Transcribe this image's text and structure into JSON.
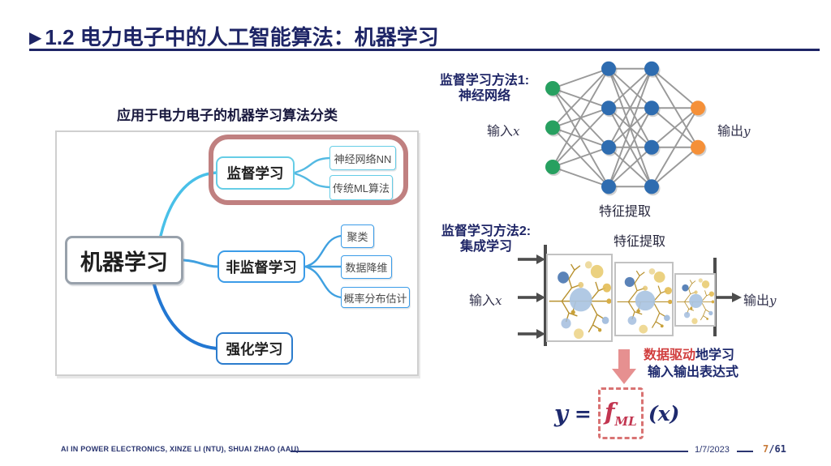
{
  "slide": {
    "title_bullet": "▶",
    "title": "1.2 电力电子中的人工智能算法：机器学习"
  },
  "taxonomy": {
    "caption": "应用于电力电子的机器学习算法分类",
    "root": "机器学习",
    "branches": [
      {
        "label": "监督学习",
        "highlighted": true,
        "children": [
          "神经网络NN",
          "传统ML算法"
        ]
      },
      {
        "label": "非监督学习",
        "highlighted": false,
        "children": [
          "聚类",
          "数据降维",
          "概率分布估计"
        ]
      },
      {
        "label": "强化学习",
        "highlighted": false,
        "children": []
      }
    ]
  },
  "method1": {
    "title_line1": "监督学习方法1:",
    "title_line2": "神经网络",
    "input_label": "输入",
    "input_var": "x",
    "output_label": "输出",
    "output_var": "y",
    "caption": "特征提取",
    "nn": {
      "layers": [
        3,
        4,
        4,
        2
      ],
      "colors": [
        "#27a060",
        "#2e6cb0",
        "#2e6cb0",
        "#f59038"
      ],
      "line_color": "#999999"
    }
  },
  "method2": {
    "title_line1": "监督学习方法2:",
    "title_line2": "集成学习",
    "caption": "特征提取",
    "input_label": "输入",
    "input_var": "x",
    "output_label": "输出",
    "output_var": "y"
  },
  "annotation": {
    "highlight": "数据驱动",
    "line1_rest": "地学习",
    "line2": "输入输出表达式"
  },
  "formula": {
    "lhs": "y",
    "eq": "=",
    "fn": "f",
    "fn_sub": "ML",
    "rhs": "(x)"
  },
  "footer": {
    "credits": "AI IN POWER ELECTRONICS, XINZE LI (NTU), SHUAI ZHAO (AAU)",
    "date": "1/7/2023",
    "page_current": "7",
    "page_total": "/61"
  },
  "colors": {
    "accent_navy": "#1e2566",
    "highlight_ring": "#c08080",
    "supervised_border": "#66cde6",
    "unsupervised_border": "#3b9ce8",
    "reinforcement_border": "#2b7ccd",
    "red_text": "#d13e3e",
    "page_number": "#c87b3a"
  }
}
